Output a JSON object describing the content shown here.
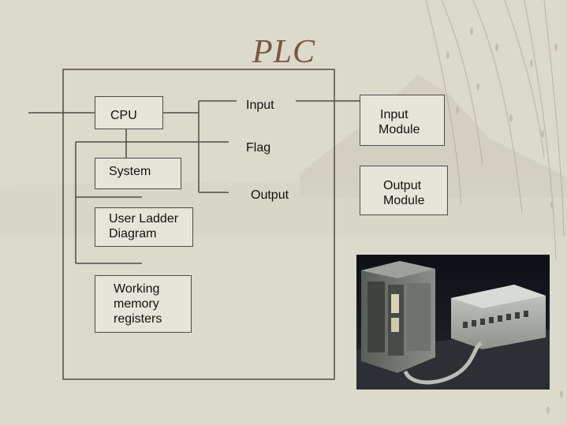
{
  "title": "PLC",
  "boxes": {
    "cpu": "CPU",
    "system": "System",
    "user_ladder_line1": "User Ladder",
    "user_ladder_line2": "Diagram",
    "working_line1": "Working",
    "working_line2": "memory",
    "working_line3": "registers",
    "input_module_line1": "Input",
    "input_module_line2": "Module",
    "output_module_line1": "Output",
    "output_module_line2": "Module"
  },
  "labels": {
    "input": "Input",
    "flag": "Flag",
    "output": "Output"
  },
  "colors": {
    "title": "#7a5640",
    "background": "#dcdacb",
    "lines": "#4e4a46",
    "box_fill": "#e6e5d9"
  }
}
